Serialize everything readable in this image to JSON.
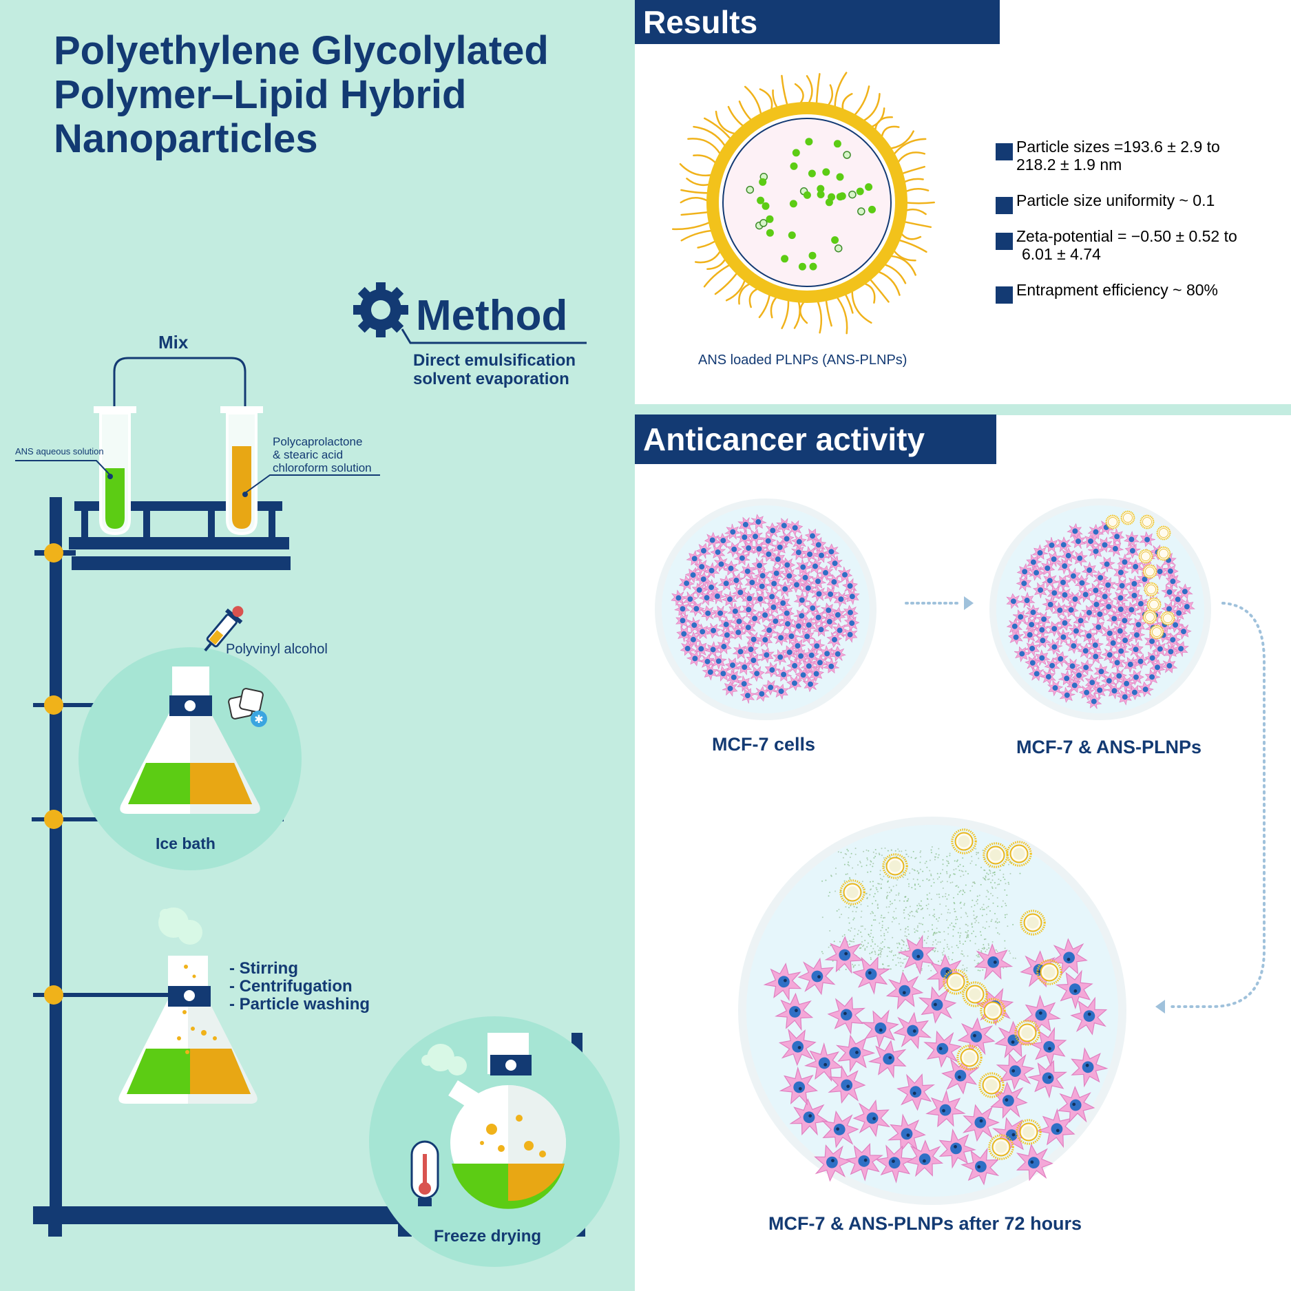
{
  "title_lines": [
    "Polyethylene Glycolylated",
    "Polymer–Lipid Hybrid",
    "Nanoparticles"
  ],
  "method": {
    "heading": "Method",
    "subtitle_lines": [
      "Direct emulsification",
      "solvent evaporation"
    ],
    "mix_label": "Mix",
    "ans_label": "ANS aqueous solution",
    "pcl_label_lines": [
      "Polycaprolactone",
      "& stearic acid",
      "chloroform solution"
    ],
    "pva_label": "Polyvinyl alcohol",
    "ice_bath_label": "Ice bath",
    "steps": [
      "- Stirring",
      "- Centrifugation",
      "- Particle washing"
    ],
    "freeze_label": "Freeze drying"
  },
  "results": {
    "heading": "Results",
    "nanoparticle_caption": "ANS loaded PLNPs (ANS-PLNPs)",
    "items": [
      {
        "line1": "Particle sizes =193.6 ± 2.9 to",
        "line2": "218.2 ± 1.9 nm"
      },
      {
        "line1": "Particle size uniformity ~ 0.1",
        "line2": ""
      },
      {
        "line1": "Zeta-potential = −0.50 ± 0.52 to",
        "line2": "6.01 ± 4.74"
      },
      {
        "line1": "Entrapment efficiency ~ 80%",
        "line2": ""
      }
    ]
  },
  "anticancer": {
    "heading": "Anticancer activity",
    "captions": [
      "MCF-7 cells",
      "MCF-7 & ANS-PLNPs",
      "MCF-7 & ANS-PLNPs after 72 hours"
    ]
  },
  "colors": {
    "navy": "#133a73",
    "mint_panel": "#c3ece0",
    "mint_circle": "#a6e5d4",
    "green_liquid": "#5ccc14",
    "orange_liquid": "#e8a714",
    "cell_pink": "#f4a8d8",
    "nucleus_blue": "#2f6fc5",
    "np_shell_yellow": "#f2c21b"
  }
}
